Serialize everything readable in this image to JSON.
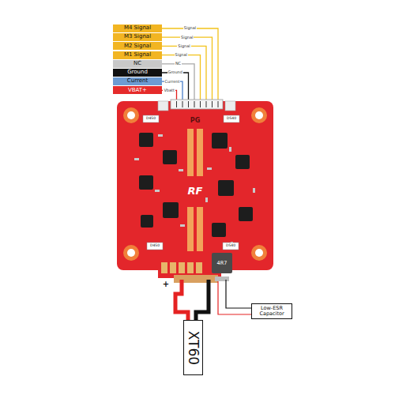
{
  "diagram": {
    "nodes": [
      {
        "text": [
          "M4 Signal"
        ]
      },
      {
        "text": [
          "M3 Signal"
        ]
      },
      {
        "text": [
          "M2 Signal"
        ]
      },
      {
        "text": [
          "M1 Signal"
        ]
      },
      {
        "text": [
          "NC"
        ]
      },
      {
        "text": [
          "Ground"
        ]
      },
      {
        "text": [
          "Current"
        ]
      },
      {
        "text": [
          "VBAT+"
        ]
      },
      {
        "text": [
          "Low-ESR Capacitor"
        ]
      },
      {
        "text": [
          "XT60"
        ]
      }
    ],
    "labels": [
      "Signal",
      "Signal",
      "Signal",
      "Signal",
      "NC",
      "Ground",
      "Current",
      "Vbatt",
      "PG",
      "D450",
      "D540",
      "D450",
      "D540",
      "RF",
      "4R7",
      "+"
    ]
  }
}
